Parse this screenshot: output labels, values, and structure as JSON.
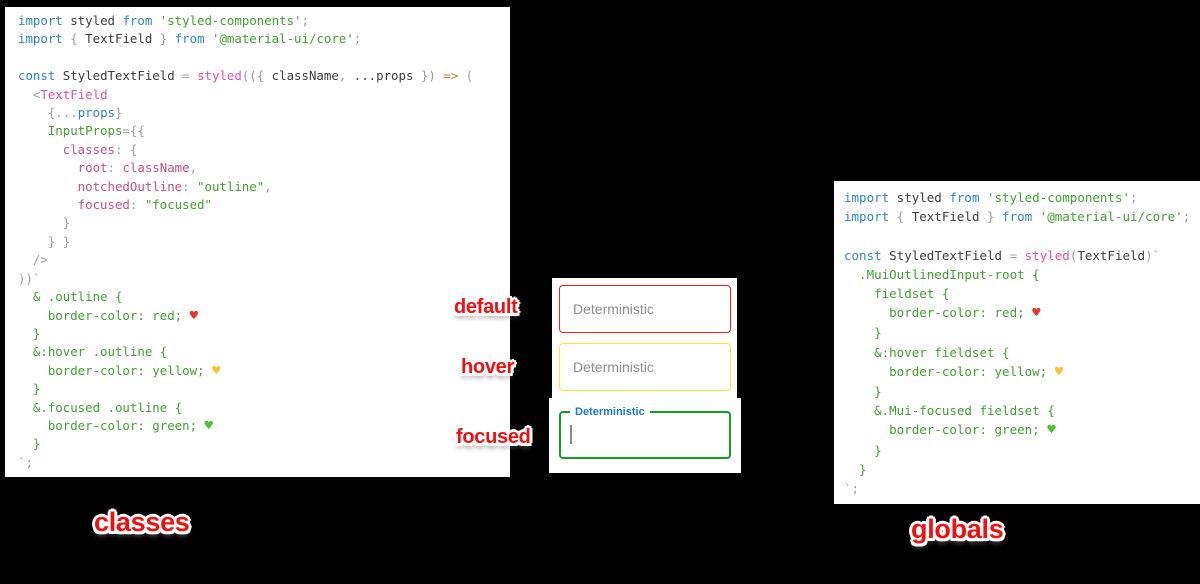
{
  "colors": {
    "kw": "#2e86c1",
    "id": "#3d3d3d",
    "punct": "#9c9c9c",
    "str": "#42a032",
    "css": "#42a032",
    "fn": "#e8509c",
    "key": "#c74f82",
    "arrow": "#c07a3f",
    "heart_red": "#e8352c",
    "heart_yellow": "#f7c437",
    "heart_green": "#4fc230",
    "label_red": "#ee1111",
    "mui_label_blue": "#1976d2",
    "border_default": "#ff1b1b",
    "border_hover": "#ffe92e",
    "border_focused": "#12a022",
    "placeholder_gray": "#8e8e8e"
  },
  "captions": {
    "classes": "classes",
    "globals": "globals"
  },
  "state_labels": {
    "default": "default",
    "hover": "hover",
    "focused": "focused"
  },
  "textfields": {
    "default": {
      "placeholder": "Deterministic"
    },
    "hover": {
      "placeholder": "Deterministic"
    },
    "focused": {
      "label": "Deterministic"
    }
  },
  "code": {
    "left": [
      [
        [
          "kw",
          "import"
        ],
        [
          "id",
          " styled "
        ],
        [
          "kw",
          "from"
        ],
        [
          "str",
          " 'styled-components'"
        ],
        [
          "punct",
          ";"
        ]
      ],
      [
        [
          "kw",
          "import"
        ],
        [
          "punct",
          " { "
        ],
        [
          "id",
          "TextField"
        ],
        [
          "punct",
          " } "
        ],
        [
          "kw",
          "from"
        ],
        [
          "str",
          " '@material-ui/core'"
        ],
        [
          "punct",
          ";"
        ]
      ],
      [],
      [
        [
          "kw",
          "const"
        ],
        [
          "id",
          " StyledTextField "
        ],
        [
          "punct",
          "= "
        ],
        [
          "fn",
          "styled"
        ],
        [
          "punct",
          "(({ "
        ],
        [
          "id",
          "className"
        ],
        [
          "punct",
          ", "
        ],
        [
          "id",
          "...props"
        ],
        [
          "punct",
          " }) "
        ],
        [
          "arrow",
          "=>"
        ],
        [
          "punct",
          " ("
        ]
      ],
      [
        [
          "punct",
          "  <"
        ],
        [
          "fn",
          "TextField"
        ]
      ],
      [
        [
          "punct",
          "    {..."
        ],
        [
          "kw",
          "props"
        ],
        [
          "punct",
          "}"
        ]
      ],
      [
        [
          "str",
          "    InputProps"
        ],
        [
          "punct",
          "={{"
        ]
      ],
      [
        [
          "key",
          "      classes"
        ],
        [
          "punct",
          ": {"
        ]
      ],
      [
        [
          "key",
          "        root"
        ],
        [
          "punct",
          ": "
        ],
        [
          "key",
          "className"
        ],
        [
          "punct",
          ","
        ]
      ],
      [
        [
          "key",
          "        notchedOutline"
        ],
        [
          "punct",
          ": "
        ],
        [
          "str",
          "\"outline\""
        ],
        [
          "punct",
          ","
        ]
      ],
      [
        [
          "key",
          "        focused"
        ],
        [
          "punct",
          ": "
        ],
        [
          "str",
          "\"focused\""
        ]
      ],
      [
        [
          "punct",
          "      }"
        ]
      ],
      [
        [
          "punct",
          "    } }"
        ]
      ],
      [
        [
          "punct",
          "  />"
        ]
      ],
      [
        [
          "punct",
          "))`"
        ]
      ],
      [
        [
          "css",
          "  & .outline {"
        ]
      ],
      [
        [
          "css",
          "    border-color: red; "
        ],
        [
          "heart",
          "red"
        ]
      ],
      [
        [
          "css",
          "  }"
        ]
      ],
      [
        [
          "css",
          "  &:hover .outline {"
        ]
      ],
      [
        [
          "css",
          "    border-color: yellow; "
        ],
        [
          "heart",
          "yellow"
        ]
      ],
      [
        [
          "css",
          "  }"
        ]
      ],
      [
        [
          "css",
          "  &.focused .outline {"
        ]
      ],
      [
        [
          "css",
          "    border-color: green; "
        ],
        [
          "heart",
          "green"
        ]
      ],
      [
        [
          "css",
          "  }"
        ]
      ],
      [
        [
          "punct",
          "`;"
        ]
      ]
    ],
    "right": [
      [
        [
          "kw",
          "import"
        ],
        [
          "id",
          " styled "
        ],
        [
          "kw",
          "from"
        ],
        [
          "str",
          " 'styled-components'"
        ],
        [
          "punct",
          ";"
        ]
      ],
      [
        [
          "kw",
          "import"
        ],
        [
          "punct",
          " { "
        ],
        [
          "id",
          "TextField"
        ],
        [
          "punct",
          " } "
        ],
        [
          "kw",
          "from"
        ],
        [
          "str",
          " '@material-ui/core'"
        ],
        [
          "punct",
          ";"
        ]
      ],
      [],
      [
        [
          "kw",
          "const"
        ],
        [
          "id",
          " StyledTextField "
        ],
        [
          "punct",
          "= "
        ],
        [
          "fn",
          "styled"
        ],
        [
          "punct",
          "("
        ],
        [
          "id",
          "TextField"
        ],
        [
          "punct",
          ")`"
        ]
      ],
      [
        [
          "css",
          "  .MuiOutlinedInput-root {"
        ]
      ],
      [
        [
          "css",
          "    fieldset {"
        ]
      ],
      [
        [
          "css",
          "      border-color: red; "
        ],
        [
          "heart",
          "red"
        ]
      ],
      [
        [
          "css",
          "    }"
        ]
      ],
      [
        [
          "css",
          "    &:hover fieldset {"
        ]
      ],
      [
        [
          "css",
          "      border-color: yellow; "
        ],
        [
          "heart",
          "yellow"
        ]
      ],
      [
        [
          "css",
          "    }"
        ]
      ],
      [
        [
          "css",
          "    &.Mui-focused fieldset {"
        ]
      ],
      [
        [
          "css",
          "      border-color: green; "
        ],
        [
          "heart",
          "green"
        ]
      ],
      [
        [
          "css",
          "    }"
        ]
      ],
      [
        [
          "css",
          "  }"
        ]
      ],
      [
        [
          "punct",
          "`;"
        ]
      ]
    ]
  }
}
